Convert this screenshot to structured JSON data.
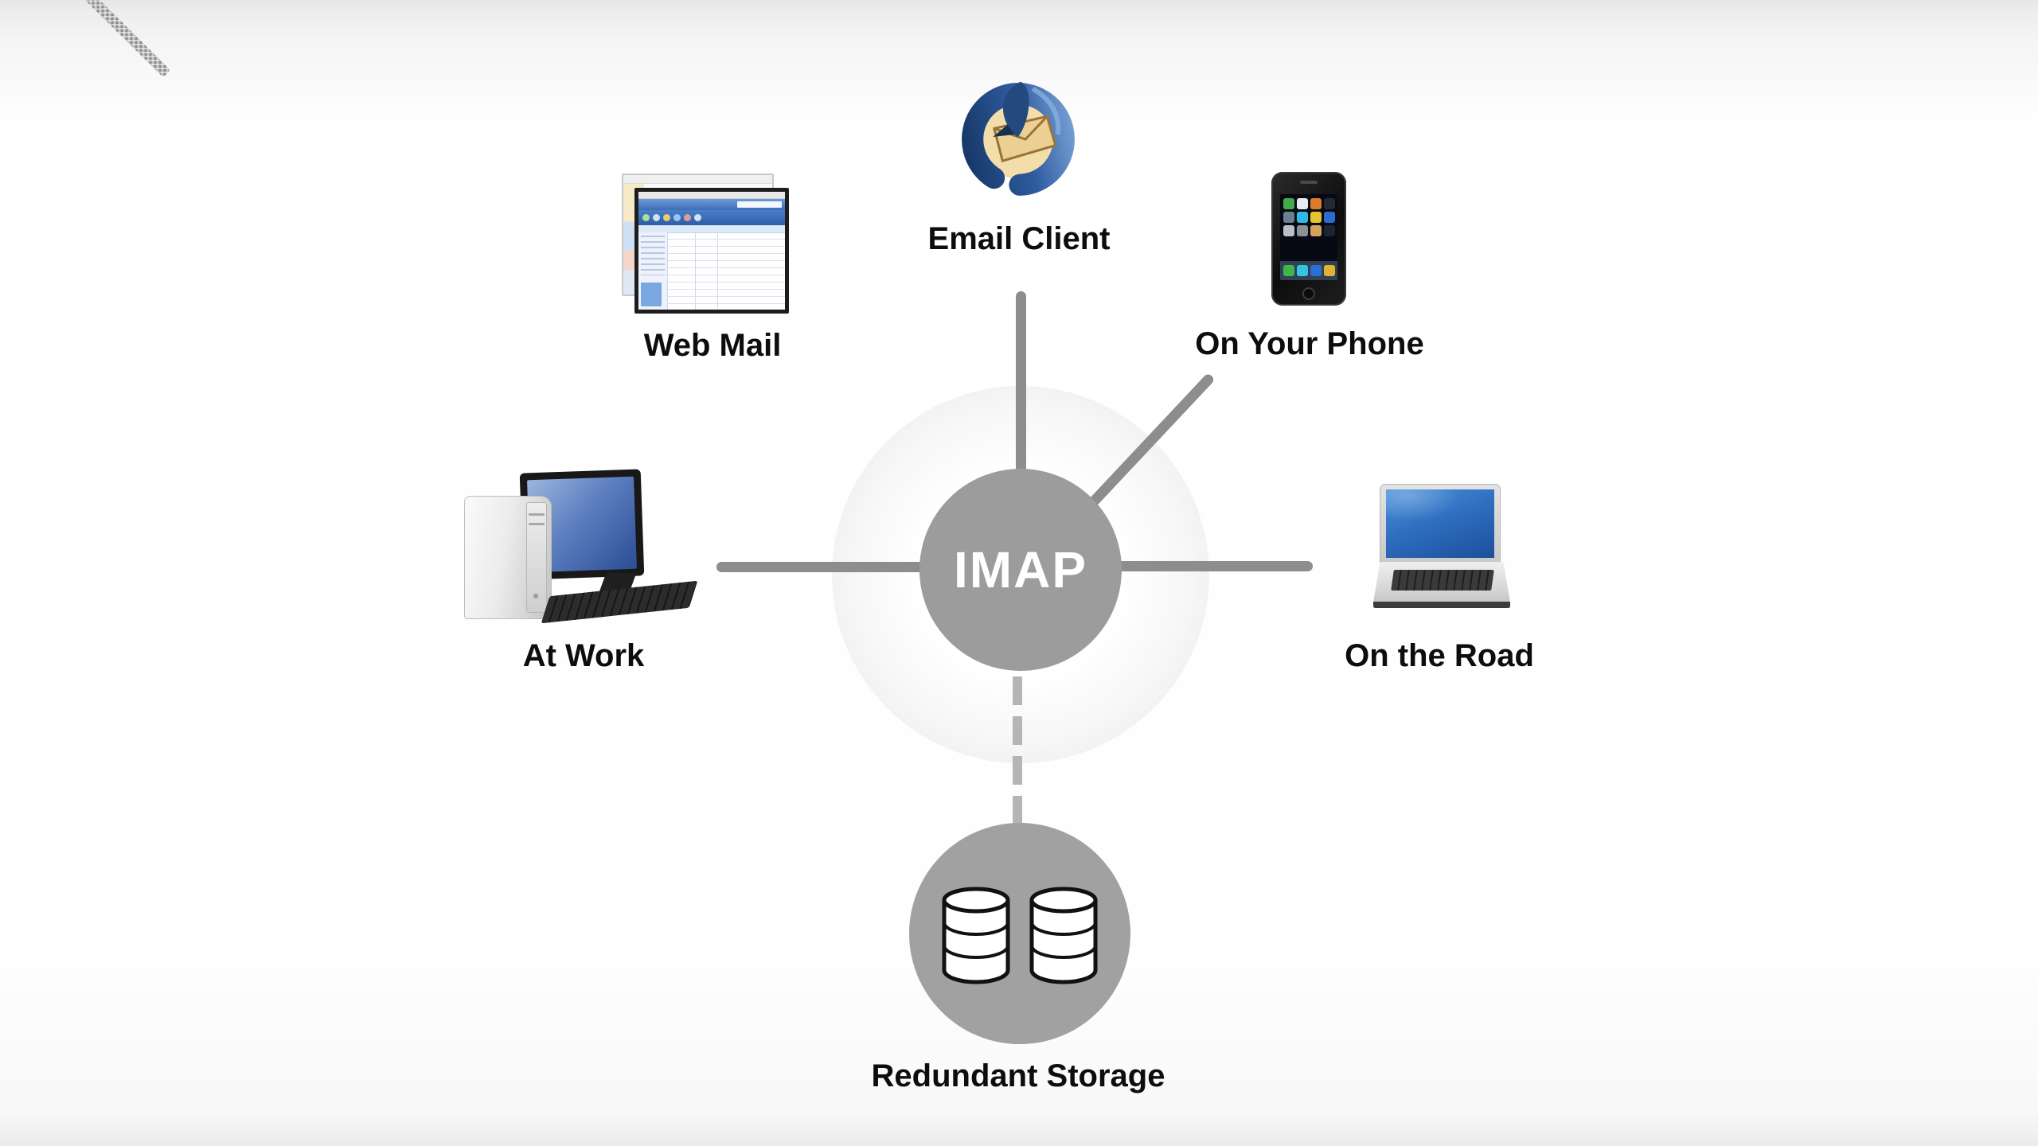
{
  "diagram": {
    "center_label": "IMAP",
    "nodes": [
      {
        "id": "email-client",
        "label": "Email Client",
        "icon": "thunderbird-icon"
      },
      {
        "id": "web-mail",
        "label": "Web Mail",
        "icon": "browser-windows-icon"
      },
      {
        "id": "on-your-phone",
        "label": "On Your Phone",
        "icon": "smartphone-icon"
      },
      {
        "id": "at-work",
        "label": "At Work",
        "icon": "desktop-computer-icon"
      },
      {
        "id": "on-the-road",
        "label": "On the Road",
        "icon": "laptop-icon"
      },
      {
        "id": "redundant-storage",
        "label": "Redundant Storage",
        "icon": "database-cylinders-icon"
      }
    ],
    "connections": [
      {
        "from": "imap",
        "to": "email-client",
        "style": "solid"
      },
      {
        "from": "imap",
        "to": "web-mail",
        "style": "textured"
      },
      {
        "from": "imap",
        "to": "on-your-phone",
        "style": "solid"
      },
      {
        "from": "imap",
        "to": "at-work",
        "style": "solid"
      },
      {
        "from": "imap",
        "to": "on-the-road",
        "style": "solid"
      },
      {
        "from": "imap",
        "to": "redundant-storage",
        "style": "dashed"
      }
    ],
    "colors": {
      "connector": "#8d8d8d",
      "dashed_connector": "#b5b5b5",
      "hub_circle": "#9c9c9c",
      "storage_circle": "#a1a1a1",
      "label_text": "#0d0d0d",
      "hub_text": "#ffffff"
    }
  }
}
